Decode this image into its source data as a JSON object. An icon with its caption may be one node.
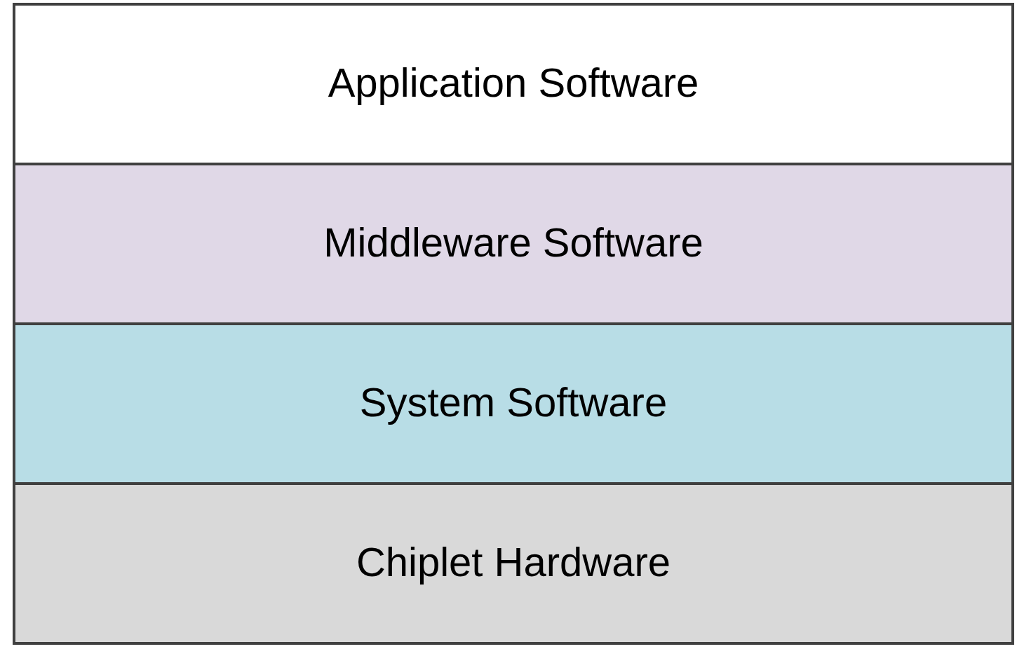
{
  "diagram": {
    "nodes": [
      {
        "text": [
          "Application Software"
        ]
      },
      {
        "text": [
          "Middleware Software"
        ]
      },
      {
        "text": [
          "System Software"
        ]
      },
      {
        "text": [
          "Chiplet Hardware"
        ]
      }
    ]
  }
}
